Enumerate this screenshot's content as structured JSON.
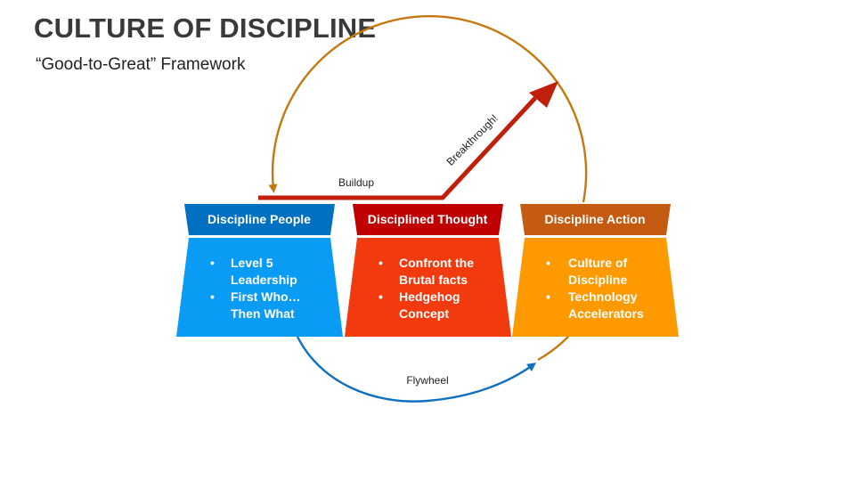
{
  "slide": {
    "title": "CULTURE OF DISCIPLINE",
    "subtitle": "“Good-to-Great” Framework"
  },
  "labels": {
    "buildup": "Buildup",
    "breakthrough": "Breakthrough!",
    "flywheel": "Flywheel"
  },
  "columns": [
    {
      "header": "Discipline People",
      "header_color": "#0070C0",
      "body_color": "#0A9BF5",
      "bullets": [
        [
          "Level 5",
          "Leadership"
        ],
        [
          "First Who…",
          "Then What"
        ]
      ]
    },
    {
      "header": "Disciplined Thought",
      "header_color": "#C00000",
      "body_color": "#F23A0F",
      "bullets": [
        [
          "Confront the",
          "Brutal facts"
        ],
        [
          "Hedgehog",
          "Concept"
        ]
      ]
    },
    {
      "header": "Discipline Action",
      "header_color": "#C55A11",
      "body_color": "#FF9900",
      "bullets": [
        [
          "Culture of",
          "Discipline"
        ],
        [
          "Technology",
          "Accelerators"
        ]
      ]
    }
  ],
  "colors": {
    "cycle_arc": "#C5780F",
    "breakthrough_arrow": "#C0200B",
    "flywheel_arrow": "#1070C0"
  }
}
